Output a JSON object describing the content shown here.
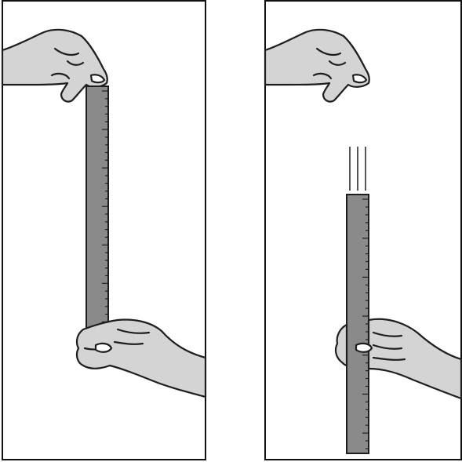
{
  "panels": [
    {
      "id": "before-drop",
      "ruler_state": "held"
    },
    {
      "id": "after-drop",
      "ruler_state": "falling-then-caught"
    }
  ],
  "colors": {
    "hand_fill": "#d4d4d4",
    "ruler_fill": "#8a8a8a",
    "outline": "#1e1e1e",
    "frame": "#111111",
    "background": "#ffffff"
  },
  "ruler": {
    "tick_count": 32,
    "major_every": 5
  }
}
